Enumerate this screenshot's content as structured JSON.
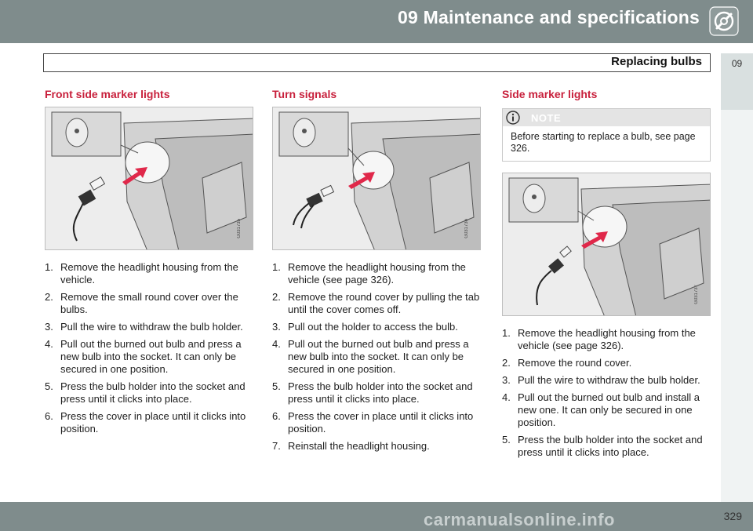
{
  "header": {
    "chapter_title": "09 Maintenance and specifications",
    "section_title": "Replacing bulbs",
    "chapter_tab": "09"
  },
  "columns": [
    {
      "heading": "Front side marker lights",
      "figure_code": "G031735",
      "steps": [
        {
          "num": "1.",
          "text": "Remove the headlight housing from the vehicle."
        },
        {
          "num": "2.",
          "text": "Remove the small round cover over the bulbs."
        },
        {
          "num": "3.",
          "text": "Pull the wire to withdraw the bulb holder."
        },
        {
          "num": "4.",
          "text": "Pull out the burned out bulb and press a new bulb into the socket. It can only be secured in one position."
        },
        {
          "num": "5.",
          "text": "Press the bulb holder into the socket and press until it clicks into place."
        },
        {
          "num": "6.",
          "text": "Press the cover in place until it clicks into position."
        }
      ]
    },
    {
      "heading": "Turn signals",
      "figure_code": "G031736",
      "steps": [
        {
          "num": "1.",
          "text": "Remove the headlight housing from the vehicle (see page 326)."
        },
        {
          "num": "2.",
          "text": "Remove the round cover by pulling the tab until the cover comes off."
        },
        {
          "num": "3.",
          "text": "Pull out the holder to access the bulb."
        },
        {
          "num": "4.",
          "text": "Pull out the burned out bulb and press a new bulb into the socket. It can only be secured in one position."
        },
        {
          "num": "5.",
          "text": "Press the bulb holder into the socket and press until it clicks into place."
        },
        {
          "num": "6.",
          "text": "Press the cover in place until it clicks into position."
        },
        {
          "num": "7.",
          "text": "Reinstall the headlight housing."
        }
      ]
    },
    {
      "heading": "Side marker lights",
      "figure_code": "G031737",
      "note": {
        "title": "NOTE",
        "body": "Before starting to replace a bulb, see page 326."
      },
      "steps": [
        {
          "num": "1.",
          "text": "Remove the headlight housing from the vehicle (see page 326)."
        },
        {
          "num": "2.",
          "text": "Remove the round cover."
        },
        {
          "num": "3.",
          "text": "Pull the wire to withdraw the bulb holder."
        },
        {
          "num": "4.",
          "text": "Pull out the burned out bulb and install a new one. It can only be secured in one position."
        },
        {
          "num": "5.",
          "text": "Press the bulb holder into the socket and press until it clicks into place."
        }
      ]
    }
  ],
  "footer": {
    "page_number": "329",
    "watermark": "carmanualsonline.info"
  },
  "colors": {
    "banner": "#7f8c8c",
    "heading_red": "#c8203c",
    "arrow_red": "#e0284a"
  }
}
